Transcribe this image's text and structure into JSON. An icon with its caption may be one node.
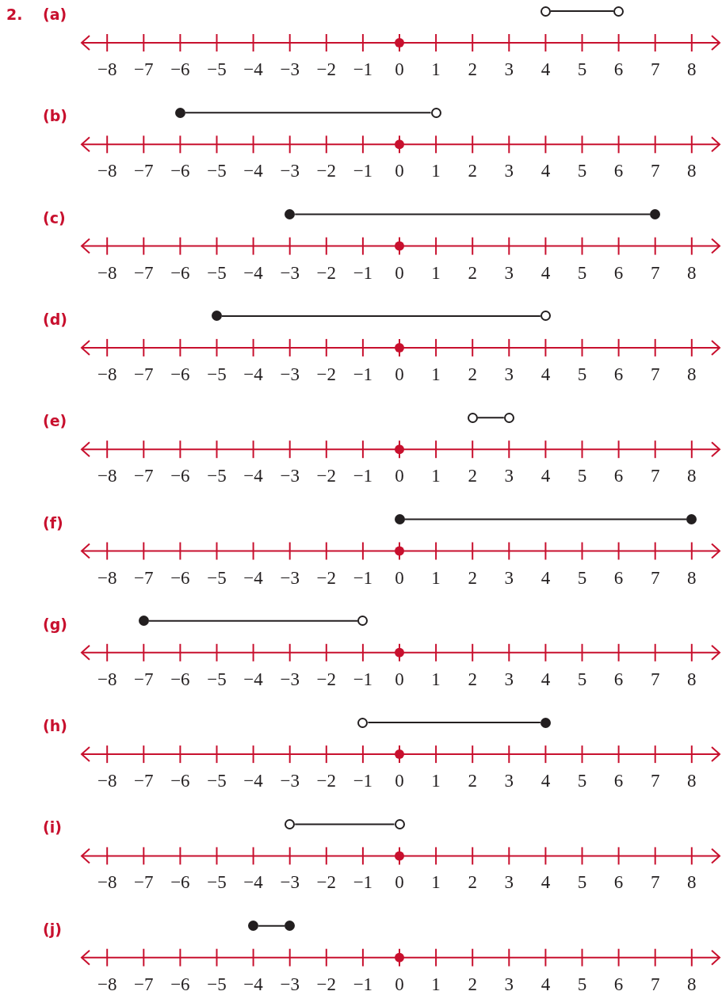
{
  "diagram": {
    "nodes": [
      {
        "text": [],
        "shape": "circle"
      },
      {
        "text": [],
        "shape": "circle"
      },
      {
        "text": [],
        "shape": "dot"
      },
      {
        "text": [],
        "shape": "circle"
      },
      {
        "text": [],
        "shape": "dot"
      },
      {
        "text": [],
        "shape": "dot"
      },
      {
        "text": [],
        "shape": "dot"
      },
      {
        "text": [],
        "shape": "circle"
      },
      {
        "text": [],
        "shape": "circle"
      },
      {
        "text": [],
        "shape": "circle"
      },
      {
        "text": [],
        "shape": "dot"
      },
      {
        "text": [],
        "shape": "dot"
      },
      {
        "text": [],
        "shape": "dot"
      },
      {
        "text": [],
        "shape": "circle"
      },
      {
        "text": [],
        "shape": "circle"
      },
      {
        "text": [],
        "shape": "dot"
      },
      {
        "text": [],
        "shape": "circle"
      },
      {
        "text": [],
        "shape": "circle"
      },
      {
        "text": [],
        "shape": "dot"
      },
      {
        "text": [],
        "shape": "dot"
      }
    ],
    "edges": [
      {
        "from": 0,
        "to": 1,
        "arrow": "none"
      },
      {
        "from": 2,
        "to": 3,
        "arrow": "none"
      },
      {
        "from": 4,
        "to": 5,
        "arrow": "none"
      },
      {
        "from": 6,
        "to": 7,
        "arrow": "none"
      },
      {
        "from": 8,
        "to": 9,
        "arrow": "none"
      },
      {
        "from": 10,
        "to": 11,
        "arrow": "none"
      },
      {
        "from": 12,
        "to": 13,
        "arrow": "none"
      },
      {
        "from": 14,
        "to": 15,
        "arrow": "none"
      },
      {
        "from": 16,
        "to": 17,
        "arrow": "none"
      },
      {
        "from": 18,
        "to": 19,
        "arrow": "none"
      }
    ],
    "labels": [
      "2.",
      "(a)",
      "−8",
      "−7",
      "−6",
      "−5",
      "−4",
      "−3",
      "−2",
      "−1",
      "0",
      "1",
      "2",
      "3",
      "4",
      "5",
      "6",
      "7",
      "8",
      "(b)",
      "−8",
      "−7",
      "−6",
      "−5",
      "−4",
      "−3",
      "−2",
      "−1",
      "0",
      "1",
      "2",
      "3",
      "4",
      "5",
      "6",
      "7",
      "8",
      "(c)",
      "−8",
      "−7",
      "−6",
      "−5",
      "−4",
      "−3",
      "−2",
      "−1",
      "0",
      "1",
      "2",
      "3",
      "4",
      "5",
      "6",
      "7",
      "8",
      "(d)",
      "−8",
      "−7",
      "−6",
      "−5",
      "−4",
      "−3",
      "−2",
      "−1",
      "0",
      "1",
      "2",
      "3",
      "4",
      "5",
      "6",
      "7",
      "8",
      "(e)",
      "−8",
      "−7",
      "−6",
      "−5",
      "−4",
      "−3",
      "−2",
      "−1",
      "0",
      "1",
      "2",
      "3",
      "4",
      "5",
      "6",
      "7",
      "8",
      "(f)",
      "−8",
      "−7",
      "−6",
      "−5",
      "−4",
      "−3",
      "−2",
      "−1",
      "0",
      "1",
      "2",
      "3",
      "4",
      "5",
      "6",
      "7",
      "8",
      "(g)",
      "−8",
      "−7",
      "−6",
      "−5",
      "−4",
      "−3",
      "−2",
      "−1",
      "0",
      "1",
      "2",
      "3",
      "4",
      "5",
      "6",
      "7",
      "8",
      "(h)",
      "−8",
      "−7",
      "−6",
      "−5",
      "−4",
      "−3",
      "−2",
      "−1",
      "0",
      "1",
      "2",
      "3",
      "4",
      "5",
      "6",
      "7",
      "8",
      "(i)",
      "−8",
      "−7",
      "−6",
      "−5",
      "−4",
      "−3",
      "−2",
      "−1",
      "0",
      "1",
      "2",
      "3",
      "4",
      "5",
      "6",
      "7",
      "8",
      "(j)",
      "−8",
      "−7",
      "−6",
      "−5",
      "−4",
      "−3",
      "−2",
      "−1",
      "0",
      "1",
      "2",
      "3",
      "4",
      "5",
      "6",
      "7",
      "8"
    ]
  }
}
